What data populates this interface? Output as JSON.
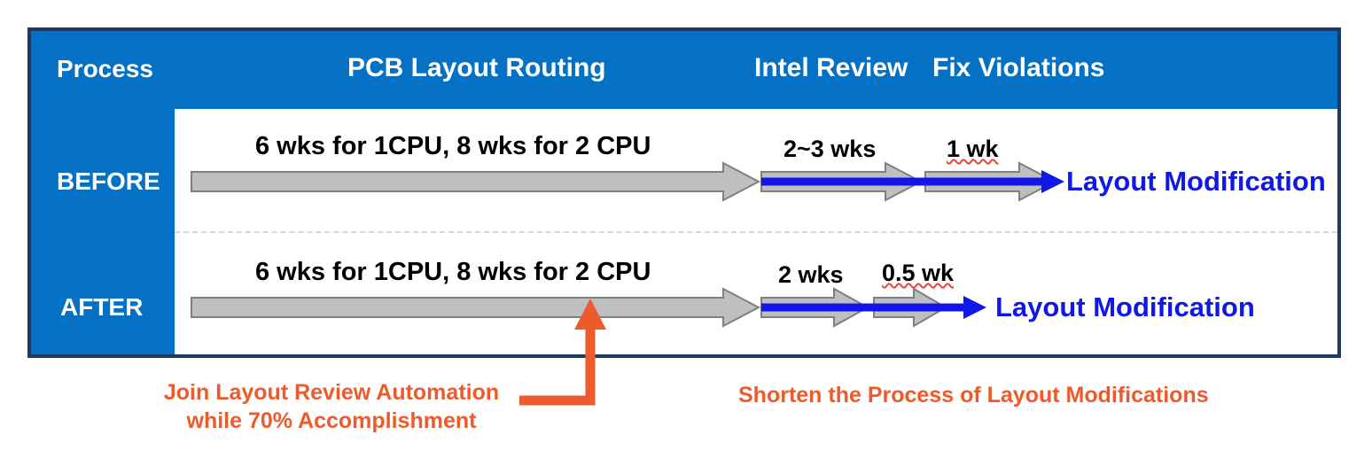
{
  "colors": {
    "panel_blue": "#0571C4",
    "panel_border": "#1F3864",
    "arrow_gray": "#BFBFBF",
    "arrow_gray_outline": "#7F7F7F",
    "flow_blue": "#1018E8",
    "accent_orange": "#ED5B2D",
    "divider_gray": "#D8D8D8",
    "spellcheck_red": "#E8463A"
  },
  "header": {
    "process_label": "Process",
    "phases": [
      {
        "name": "pcb-layout-routing",
        "label": "PCB Layout Routing"
      },
      {
        "name": "intel-review",
        "label": "Intel Review"
      },
      {
        "name": "fix-violations",
        "label": "Fix Violations"
      }
    ]
  },
  "rows": [
    {
      "id": "before",
      "label": "BEFORE",
      "routing_duration": "6 wks for 1CPU, 8 wks for 2 CPU",
      "review_duration": "2~3 wks",
      "fix_duration": "1 wk",
      "outcome_label": "Layout Modification"
    },
    {
      "id": "after",
      "label": "AFTER",
      "routing_duration": "6 wks for 1CPU, 8 wks for 2 CPU",
      "review_duration": "2 wks",
      "fix_duration": "0.5 wk",
      "outcome_label": "Layout Modification"
    }
  ],
  "annotations": {
    "left_line1": "Join Layout Review Automation",
    "left_line2": "while 70% Accomplishment",
    "right": "Shorten the Process of Layout Modifications"
  }
}
